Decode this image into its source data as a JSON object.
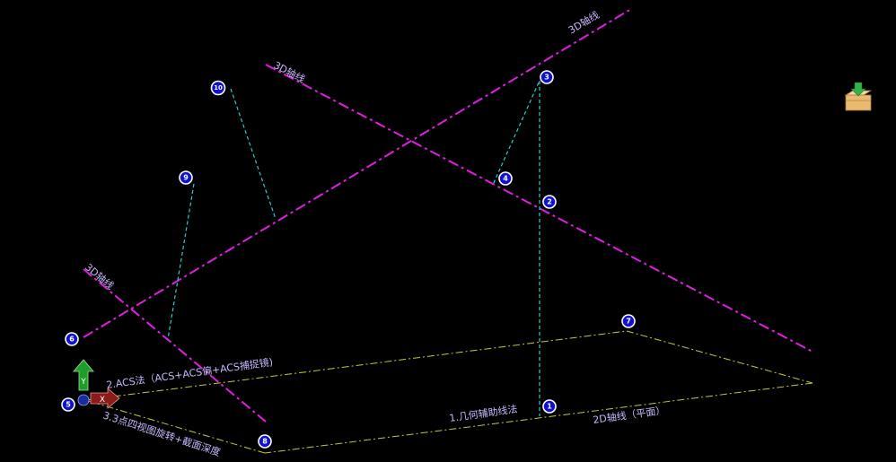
{
  "colors": {
    "background": "#000000",
    "axis3d": "#e11ee1",
    "aux": "#22d0d0",
    "plane2d": "#c8c832",
    "label": "#c9b8ff",
    "marker": "#1010d0",
    "ucs_y": "#1f9d2a",
    "ucs_x": "#8b1a1a"
  },
  "labels": {
    "axis3d_top": "3D轴线",
    "axis3d_middle": "3D轴线",
    "axis3d_left": "3D轴线",
    "geometric_aux": "1.几何辅助线法",
    "acs_method": "2.ACS法（ACS+ACS偏+ACS捕捉镜)",
    "rotate_method": "3.3点四视图旋转+截面深度",
    "axis2d_plane": "2D轴线（平面）"
  },
  "markers": [
    "1",
    "2",
    "3",
    "4",
    "5",
    "6",
    "7",
    "8",
    "9",
    "10"
  ],
  "ucs_icon": {
    "y_label": "Y",
    "x_label": "X"
  },
  "toolbar": {
    "insert_icon": "box-download-icon"
  }
}
